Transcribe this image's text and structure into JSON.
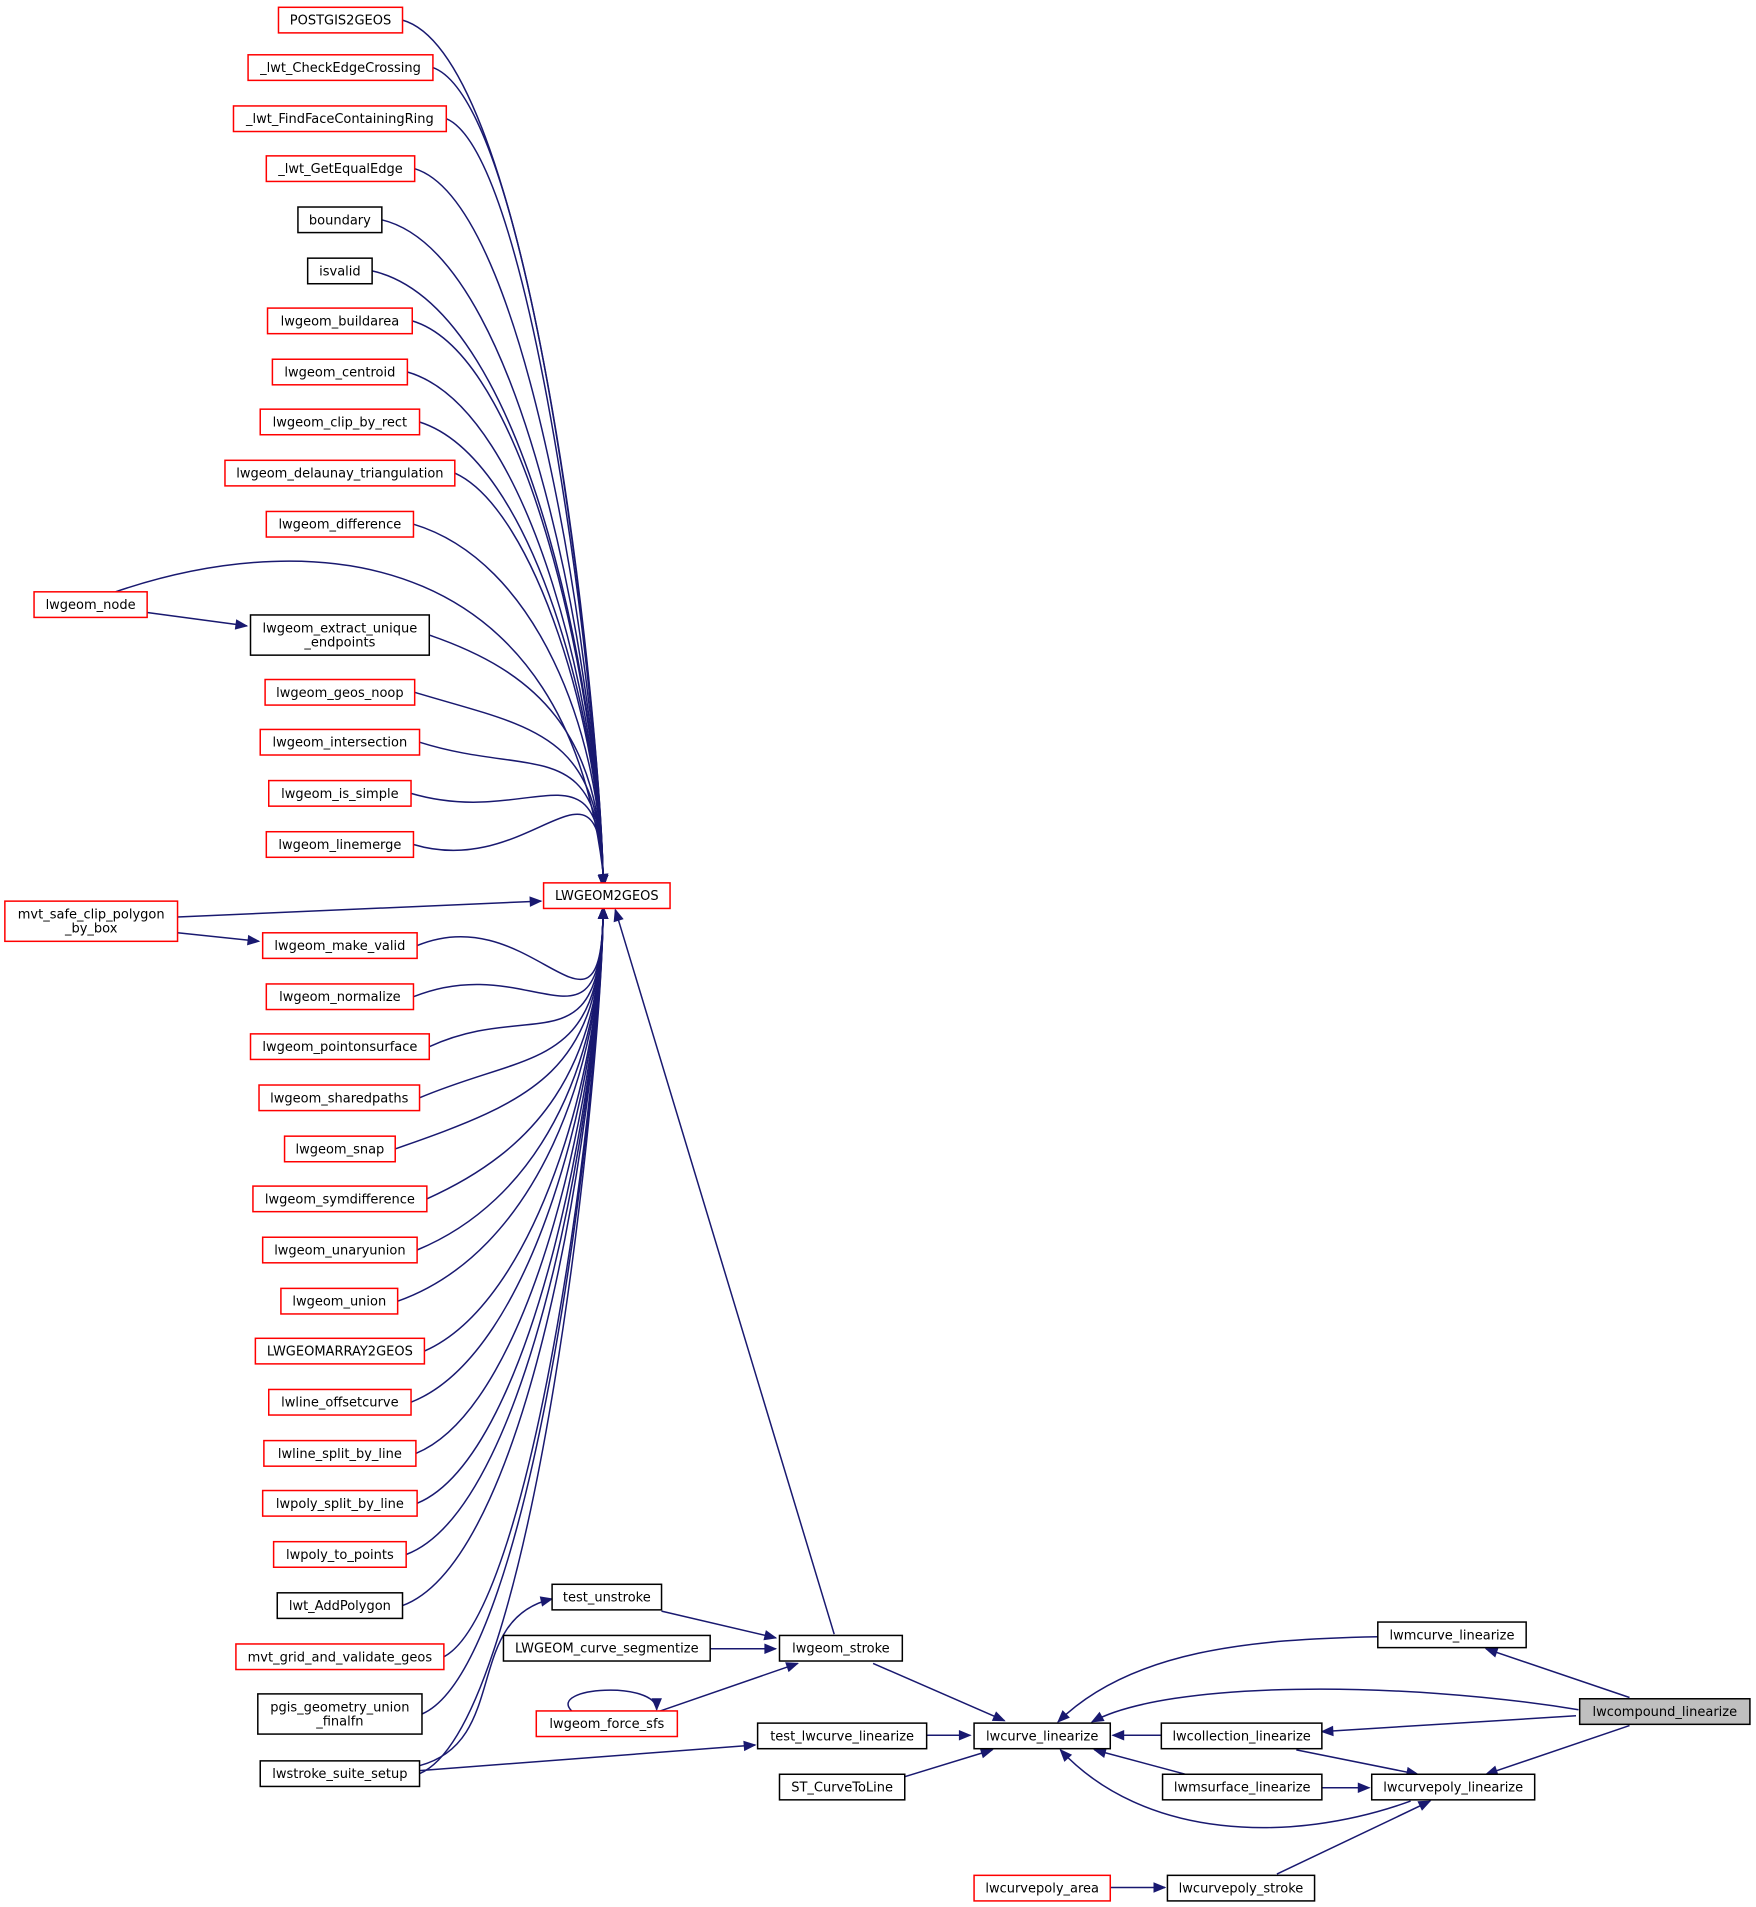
{
  "nodes": {
    "postgis2geos": {
      "label": [
        "POSTGIS2GEOS"
      ],
      "style": "red"
    },
    "checkedgecrossing": {
      "label": [
        "_lwt_CheckEdgeCrossing"
      ],
      "style": "red"
    },
    "findface": {
      "label": [
        "_lwt_FindFaceContainingRing"
      ],
      "style": "red"
    },
    "getequaledge": {
      "label": [
        "_lwt_GetEqualEdge"
      ],
      "style": "red"
    },
    "boundary": {
      "label": [
        "boundary"
      ],
      "style": "black"
    },
    "isvalid": {
      "label": [
        "isvalid"
      ],
      "style": "black"
    },
    "buildarea": {
      "label": [
        "lwgeom_buildarea"
      ],
      "style": "red"
    },
    "centroid": {
      "label": [
        "lwgeom_centroid"
      ],
      "style": "red"
    },
    "clipbyrect": {
      "label": [
        "lwgeom_clip_by_rect"
      ],
      "style": "red"
    },
    "delaunay": {
      "label": [
        "lwgeom_delaunay_triangulation"
      ],
      "style": "red"
    },
    "difference": {
      "label": [
        "lwgeom_difference"
      ],
      "style": "red"
    },
    "node": {
      "label": [
        "lwgeom_node"
      ],
      "style": "red"
    },
    "extractendpoints": {
      "label": [
        "lwgeom_extract_unique",
        "_endpoints"
      ],
      "style": "black"
    },
    "geosnoop": {
      "label": [
        "lwgeom_geos_noop"
      ],
      "style": "red"
    },
    "intersection": {
      "label": [
        "lwgeom_intersection"
      ],
      "style": "red"
    },
    "issimple": {
      "label": [
        "lwgeom_is_simple"
      ],
      "style": "red"
    },
    "linemerge": {
      "label": [
        "lwgeom_linemerge"
      ],
      "style": "red"
    },
    "lwgeom2geos": {
      "label": [
        "LWGEOM2GEOS"
      ],
      "style": "red"
    },
    "mvtclip": {
      "label": [
        "mvt_safe_clip_polygon",
        "_by_box"
      ],
      "style": "red"
    },
    "makevalid": {
      "label": [
        "lwgeom_make_valid"
      ],
      "style": "red"
    },
    "normalize": {
      "label": [
        "lwgeom_normalize"
      ],
      "style": "red"
    },
    "pointonsurface": {
      "label": [
        "lwgeom_pointonsurface"
      ],
      "style": "red"
    },
    "sharedpaths": {
      "label": [
        "lwgeom_sharedpaths"
      ],
      "style": "red"
    },
    "snap": {
      "label": [
        "lwgeom_snap"
      ],
      "style": "red"
    },
    "symdifference": {
      "label": [
        "lwgeom_symdifference"
      ],
      "style": "red"
    },
    "unaryunion": {
      "label": [
        "lwgeom_unaryunion"
      ],
      "style": "red"
    },
    "union": {
      "label": [
        "lwgeom_union"
      ],
      "style": "red"
    },
    "arraygeos": {
      "label": [
        "LWGEOMARRAY2GEOS"
      ],
      "style": "red"
    },
    "offsetcurve": {
      "label": [
        "lwline_offsetcurve"
      ],
      "style": "red"
    },
    "linesplit": {
      "label": [
        "lwline_split_by_line"
      ],
      "style": "red"
    },
    "polysplit": {
      "label": [
        "lwpoly_split_by_line"
      ],
      "style": "red"
    },
    "polytopoints": {
      "label": [
        "lwpoly_to_points"
      ],
      "style": "red"
    },
    "addpolygon": {
      "label": [
        "lwt_AddPolygon"
      ],
      "style": "black"
    },
    "mvtgrid": {
      "label": [
        "mvt_grid_and_validate_geos"
      ],
      "style": "red"
    },
    "pgisunion": {
      "label": [
        "pgis_geometry_union",
        "_finalfn"
      ],
      "style": "black"
    },
    "lwstroke": {
      "label": [
        "lwstroke_suite_setup"
      ],
      "style": "black"
    },
    "testunstroke": {
      "label": [
        "test_unstroke"
      ],
      "style": "black"
    },
    "curvesegmentize": {
      "label": [
        "LWGEOM_curve_segmentize"
      ],
      "style": "black"
    },
    "lwgeomstroke": {
      "label": [
        "lwgeom_stroke"
      ],
      "style": "black"
    },
    "forcesfs": {
      "label": [
        "lwgeom_force_sfs"
      ],
      "style": "red"
    },
    "testlinearize": {
      "label": [
        "test_lwcurve_linearize"
      ],
      "style": "black"
    },
    "curvetoline": {
      "label": [
        "ST_CurveToLine"
      ],
      "style": "black"
    },
    "lwcurvelinearize": {
      "label": [
        "lwcurve_linearize"
      ],
      "style": "black"
    },
    "mcurvelinearize": {
      "label": [
        "lwmcurve_linearize"
      ],
      "style": "black"
    },
    "collectionlinearize": {
      "label": [
        "lwcollection_linearize"
      ],
      "style": "black"
    },
    "msurfacelinearize": {
      "label": [
        "lwmsurface_linearize"
      ],
      "style": "black"
    },
    "curvepolylinearize": {
      "label": [
        "lwcurvepoly_linearize"
      ],
      "style": "black"
    },
    "compoundlinearize": {
      "label": [
        "lwcompound_linearize"
      ],
      "style": "focus"
    },
    "curvepolyarea": {
      "label": [
        "lwcurvepoly_area"
      ],
      "style": "red"
    },
    "curvepolystroke": {
      "label": [
        "lwcurvepoly_stroke"
      ],
      "style": "black"
    }
  },
  "colors": {
    "edge": "#191970",
    "red_border": "#ff0000",
    "black_border": "#000000",
    "focus_fill": "#bfbfbf"
  }
}
